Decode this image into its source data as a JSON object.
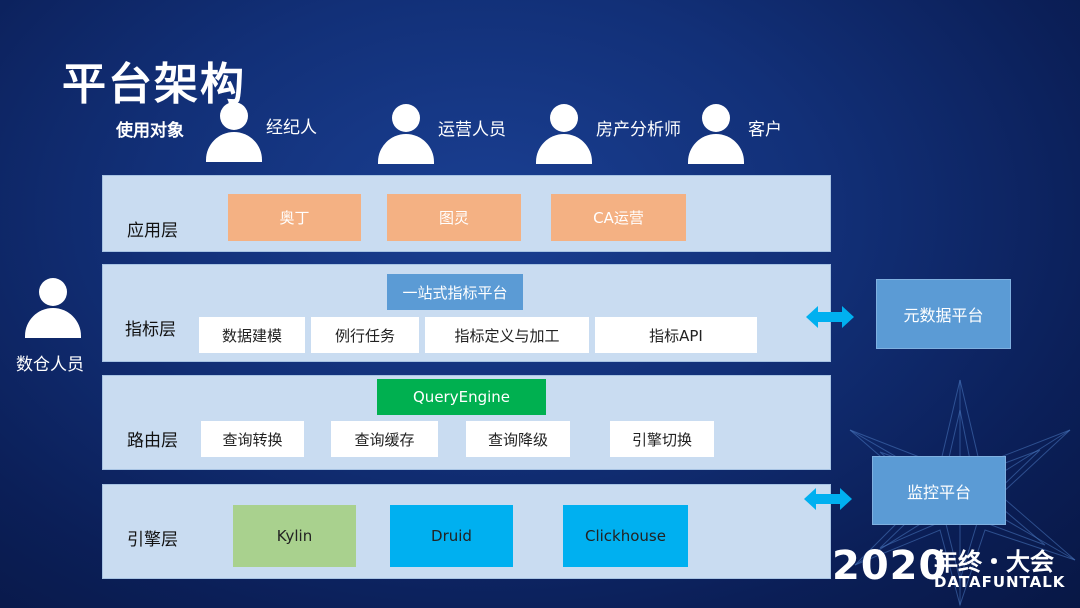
{
  "title": "平台架构",
  "users": {
    "label": "使用对象",
    "items": [
      {
        "name": "经纪人"
      },
      {
        "name": "运营人员"
      },
      {
        "name": "房产分析师"
      },
      {
        "name": "客户"
      }
    ]
  },
  "left_user": {
    "name": "数仓人员"
  },
  "layers": {
    "app": {
      "label": "应用层",
      "boxes": [
        "奥丁",
        "图灵",
        "CA运营"
      ]
    },
    "metric": {
      "label": "指标层",
      "header": "一站式指标平台",
      "boxes": [
        "数据建模",
        "例行任务",
        "指标定义与加工",
        "指标API"
      ]
    },
    "route": {
      "label": "路由层",
      "header": "QueryEngine",
      "boxes": [
        "查询转换",
        "查询缓存",
        "查询降级",
        "引擎切换"
      ]
    },
    "engine": {
      "label": "引擎层",
      "boxes": [
        "Kylin",
        "Druid",
        "Clickhouse"
      ]
    }
  },
  "side": {
    "metadata": "元数据平台",
    "monitor": "监控平台"
  },
  "footer": {
    "year": "2020",
    "cn": "年终・大会",
    "en": "DATAFUNTALK"
  },
  "colors": {
    "layer_bg": "#c9dcf1",
    "app_box": "#f4b183",
    "platform_box": "#5b9bd5",
    "query_engine": "#00b050",
    "kylin": "#a9d18e",
    "druid_clickhouse": "#00b0f0",
    "arrow": "#00b0f0"
  }
}
